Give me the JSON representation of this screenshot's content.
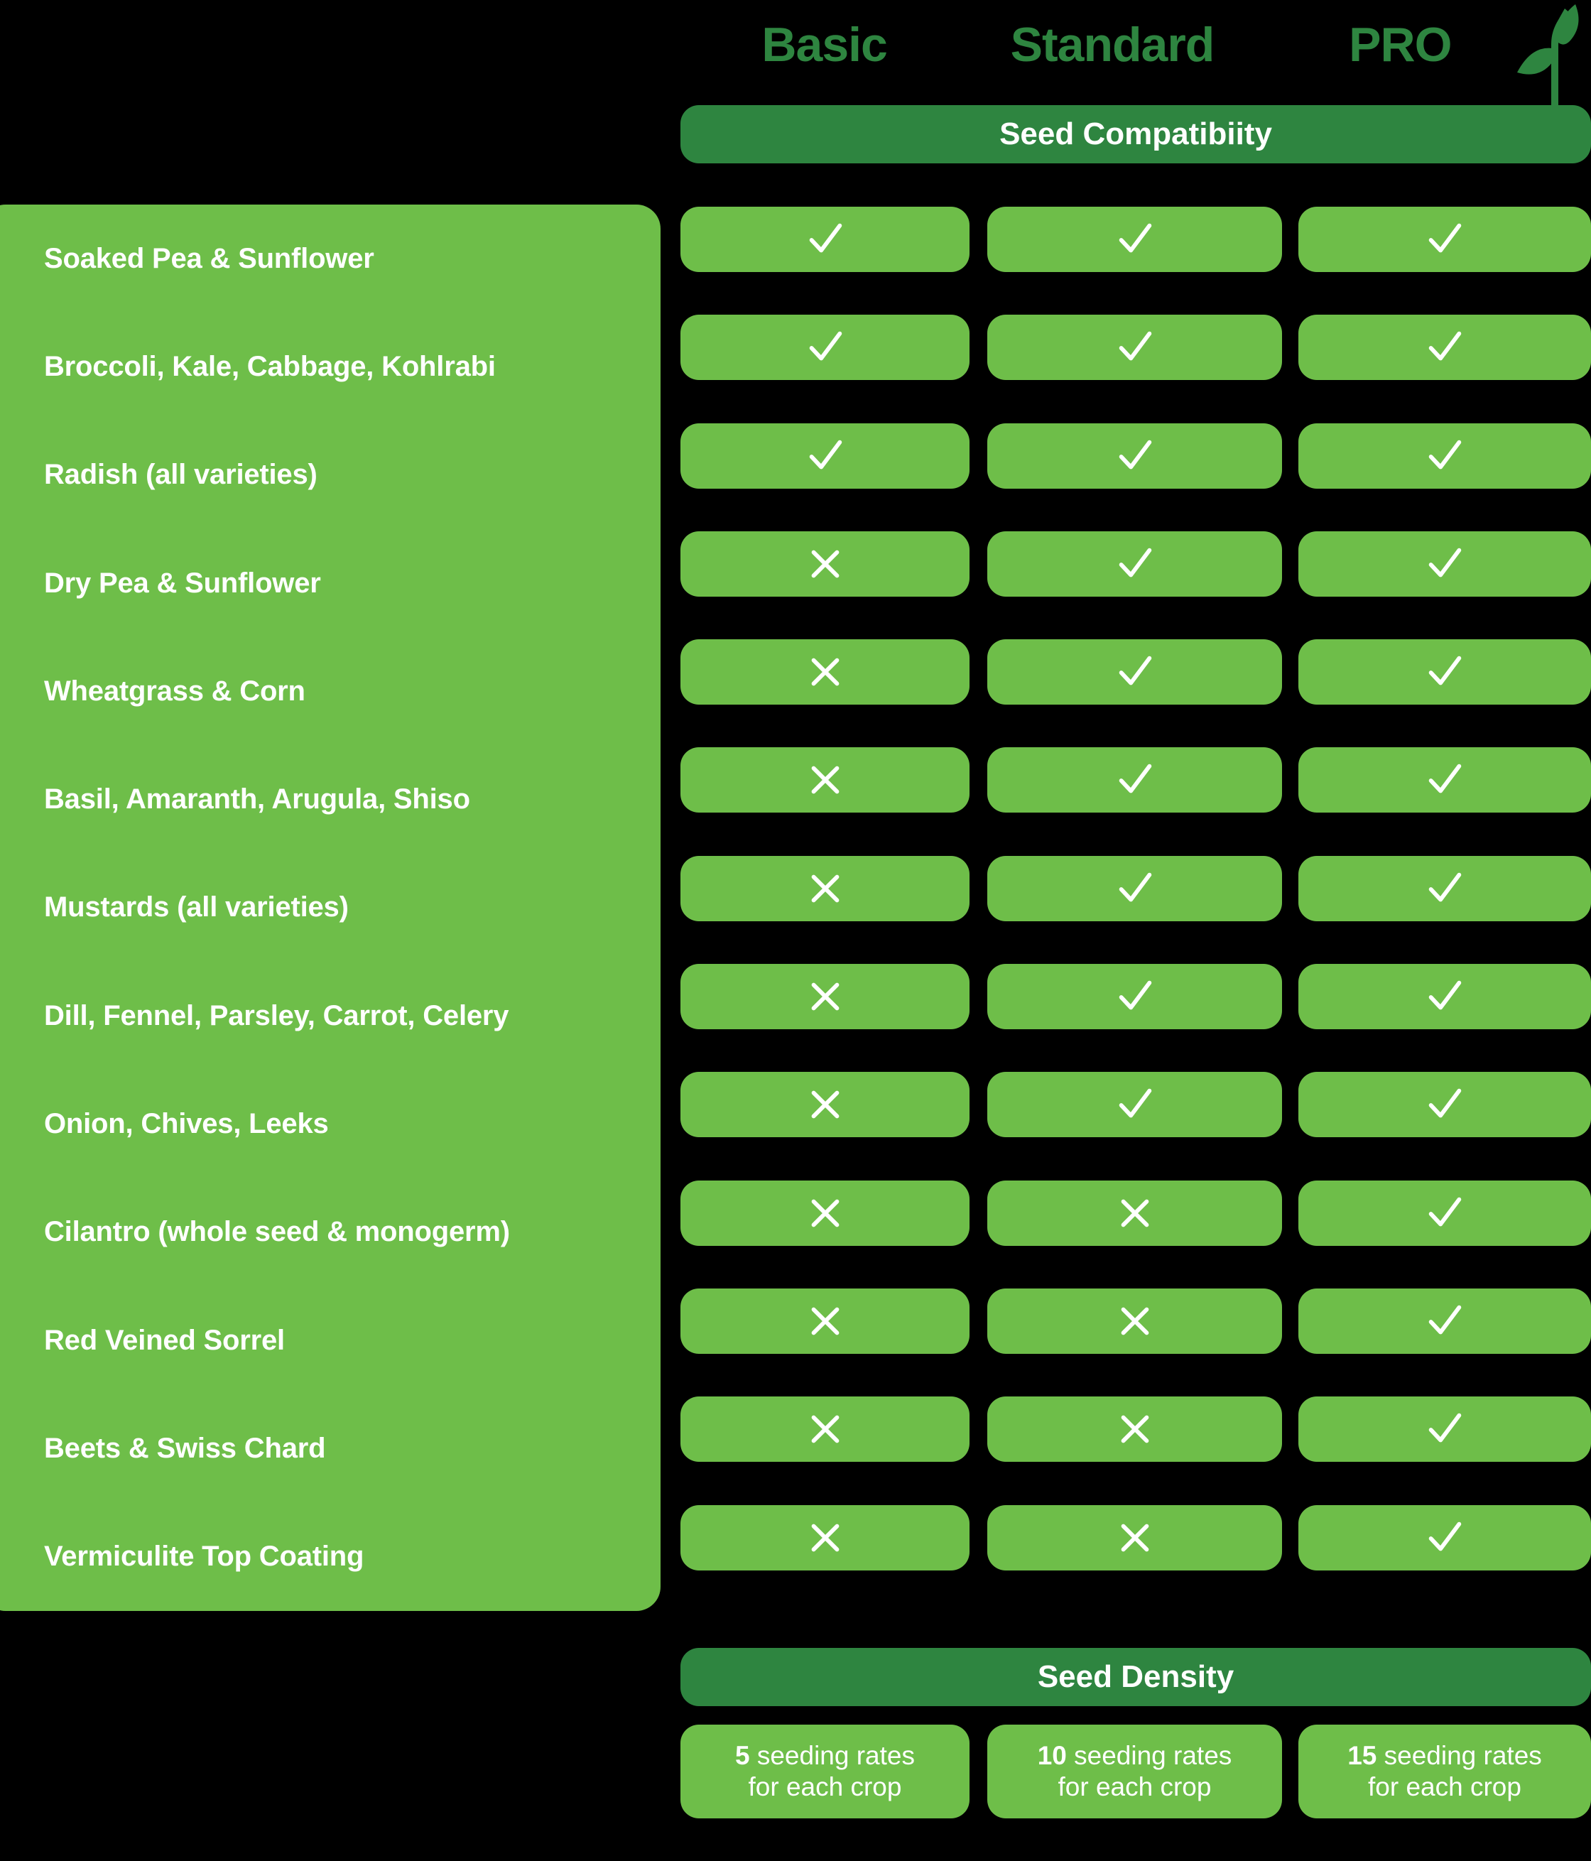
{
  "colors": {
    "background": "#000000",
    "brand_light_green": "#6EBE49",
    "brand_dark_green": "#2E8540",
    "text_on_green": "#FFFFFF"
  },
  "plans": [
    {
      "name": "Basic"
    },
    {
      "name": "Standard"
    },
    {
      "name": "PRO"
    }
  ],
  "logo": {
    "icon": "sprout-icon"
  },
  "sections": {
    "compatibility": {
      "title": "Seed Compatibiity"
    },
    "density": {
      "title": "Seed Density"
    }
  },
  "chart_data": {
    "type": "table",
    "title": "Seed Compatibiity",
    "columns": [
      "Basic",
      "Standard",
      "PRO"
    ],
    "rows": [
      {
        "label": "Soaked Pea & Sunflower",
        "values": [
          "check",
          "check",
          "check"
        ]
      },
      {
        "label": "Broccoli, Kale, Cabbage, Kohlrabi",
        "values": [
          "check",
          "check",
          "check"
        ]
      },
      {
        "label": "Radish (all varieties)",
        "values": [
          "check",
          "check",
          "check"
        ]
      },
      {
        "label": "Dry Pea & Sunflower",
        "values": [
          "cross",
          "check",
          "check"
        ]
      },
      {
        "label": "Wheatgrass & Corn",
        "values": [
          "cross",
          "check",
          "check"
        ]
      },
      {
        "label": "Basil, Amaranth, Arugula, Shiso",
        "values": [
          "cross",
          "check",
          "check"
        ]
      },
      {
        "label": "Mustards (all varieties)",
        "values": [
          "cross",
          "check",
          "check"
        ]
      },
      {
        "label": "Dill, Fennel, Parsley, Carrot, Celery",
        "values": [
          "cross",
          "check",
          "check"
        ]
      },
      {
        "label": "Onion, Chives, Leeks",
        "values": [
          "cross",
          "check",
          "check"
        ]
      },
      {
        "label": "Cilantro (whole seed & monogerm)",
        "values": [
          "cross",
          "cross",
          "check"
        ]
      },
      {
        "label": "Red Veined Sorrel",
        "values": [
          "cross",
          "cross",
          "check"
        ]
      },
      {
        "label": "Beets & Swiss Chard",
        "values": [
          "cross",
          "cross",
          "check"
        ]
      },
      {
        "label": "Vermiculite Top Coating",
        "values": [
          "cross",
          "cross",
          "check"
        ]
      }
    ]
  },
  "density": {
    "title": "Seed Density",
    "cards": [
      {
        "count": "5",
        "line1_rest": " seeding rates",
        "line2": "for each crop"
      },
      {
        "count": "10",
        "line1_rest": " seeding rates",
        "line2": "for each crop"
      },
      {
        "count": "15",
        "line1_rest": " seeding rates",
        "line2": "for each crop"
      }
    ]
  }
}
